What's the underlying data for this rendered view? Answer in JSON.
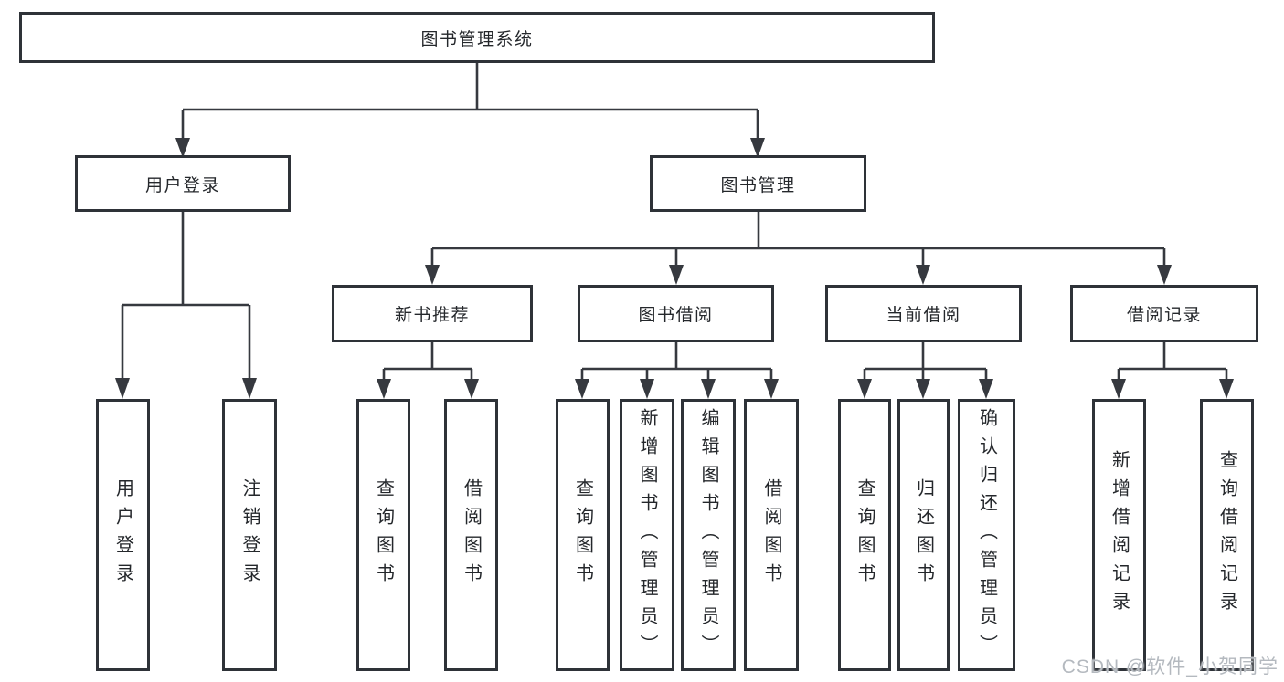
{
  "diagram": {
    "tree": {
      "label": "图书管理系统",
      "children": [
        {
          "label": "用户登录",
          "children": [
            {
              "label": "用户登录"
            },
            {
              "label": "注销登录"
            }
          ]
        },
        {
          "label": "图书管理",
          "children": [
            {
              "label": "新书推荐",
              "children": [
                {
                  "label": "查询图书"
                },
                {
                  "label": "借阅图书"
                }
              ]
            },
            {
              "label": "图书借阅",
              "children": [
                {
                  "label": "查询图书"
                },
                {
                  "label": "新增图书（管理员）"
                },
                {
                  "label": "编辑图书（管理员）"
                },
                {
                  "label": "借阅图书"
                }
              ]
            },
            {
              "label": "当前借阅",
              "children": [
                {
                  "label": "查询图书"
                },
                {
                  "label": "归还图书"
                },
                {
                  "label": "确认归还（管理员）"
                }
              ]
            },
            {
              "label": "借阅记录",
              "children": [
                {
                  "label": "新增借阅记录"
                },
                {
                  "label": "查询借阅记录"
                }
              ]
            }
          ]
        }
      ]
    },
    "watermark": "CSDN @软件_小贺同学",
    "colors": {
      "line": "#36393f",
      "box_border": "#2e3238",
      "text": "#24272b",
      "watermark": "#b4b9bf"
    }
  }
}
